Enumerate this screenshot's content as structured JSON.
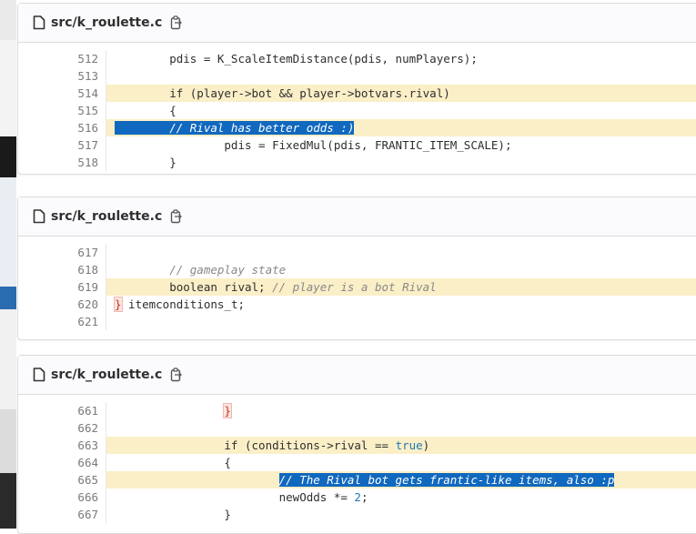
{
  "results": [
    {
      "file_path": "src/k_roulette.c",
      "lines": [
        {
          "num": "512",
          "text": "        pdis = K_ScaleItemDistance(pdis, numPlayers);",
          "highlight": false
        },
        {
          "num": "513",
          "text": "",
          "highlight": false
        },
        {
          "num": "514",
          "text": "        if (player->bot && player->botvars.rival)",
          "highlight": true
        },
        {
          "num": "515",
          "text": "        {",
          "highlight": false
        },
        {
          "num": "516",
          "indent": "",
          "selected": "        // Rival has better odds :)",
          "highlight": true
        },
        {
          "num": "517",
          "text": "                pdis = FixedMul(pdis, FRANTIC_ITEM_SCALE);",
          "highlight": false
        },
        {
          "num": "518",
          "text": "        }",
          "highlight": false
        }
      ]
    },
    {
      "file_path": "src/k_roulette.c",
      "lines": [
        {
          "num": "617",
          "text": "",
          "highlight": false
        },
        {
          "num": "618",
          "comment": "        // gameplay state",
          "highlight": false
        },
        {
          "num": "619",
          "text": "        boolean rival; ",
          "trailing_comment": "// player is a bot Rival",
          "highlight": true
        },
        {
          "num": "620",
          "brace": "}",
          "text": " itemconditions_t;",
          "highlight": false
        },
        {
          "num": "621",
          "text": "",
          "highlight": false
        }
      ]
    },
    {
      "file_path": "src/k_roulette.c",
      "lines": [
        {
          "num": "661",
          "indent": "                ",
          "brace": "}",
          "highlight": false
        },
        {
          "num": "662",
          "text": "",
          "highlight": false
        },
        {
          "num": "663",
          "text": "                if (conditions->rival == ",
          "keyword": "true",
          "tail": ")",
          "highlight": true
        },
        {
          "num": "664",
          "text": "                {",
          "highlight": false
        },
        {
          "num": "665",
          "indent": "                        ",
          "selected": "// The Rival bot gets frantic-like items, also :p",
          "highlight": true
        },
        {
          "num": "666",
          "text": "                        newOdds *= ",
          "number": "2",
          "tail": ";",
          "highlight": false
        },
        {
          "num": "667",
          "text": "                }",
          "highlight": false
        }
      ]
    }
  ]
}
